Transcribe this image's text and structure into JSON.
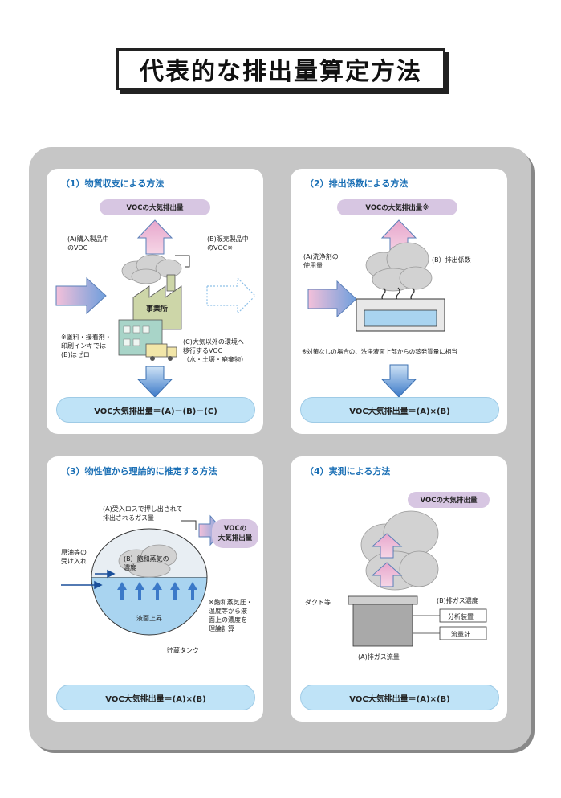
{
  "title": "代表的な排出量算定方法",
  "panels": {
    "p1": {
      "title": "（1）物質収支による方法",
      "pill": "VOCの大気排出量",
      "label_a": [
        "(A)購入製品中",
        "のVOC"
      ],
      "label_b": [
        "(B)販売製品中",
        "のVOC※"
      ],
      "building": "事業所",
      "note": [
        "※塗料・接着剤・",
        "印刷インキでは",
        "(B)はゼロ"
      ],
      "label_c": [
        "(C)大気以外の環境へ",
        "移行するVOC",
        "（水・土壌・廃棄物）"
      ],
      "formula": "VOC大気排出量＝(A)－(B)－(C)"
    },
    "p2": {
      "title": "（2）排出係数による方法",
      "pill": "VOCの大気排出量※",
      "label_a": [
        "(A)洗浄剤の",
        "使用量"
      ],
      "label_b": "(B）排出係数",
      "note": "※対策なしの場合の、洗浄液面上部からの蒸発質量に相当",
      "formula": "VOC大気排出量＝(A)×(B)"
    },
    "p3": {
      "title": "（3）物性値から理論的に推定する方法",
      "label_a": [
        "(A)受入ロスで押し出されて",
        "排出されるガス量"
      ],
      "pill": [
        "VOCの",
        "大気排出量"
      ],
      "label_receive": [
        "原油等の",
        "受け入れ"
      ],
      "label_b": [
        "(B）飽和蒸気の",
        "濃度"
      ],
      "liquid": "液面上昇",
      "note": [
        "※飽和蒸気圧・",
        "温度等から液",
        "面上の濃度を",
        "理論計算"
      ],
      "tank": "貯蔵タンク",
      "formula": "VOC大気排出量＝(A)×(B)"
    },
    "p4": {
      "title": "（4）実測による方法",
      "pill": "VOCの大気排出量",
      "duct": "ダクト等",
      "label_b": "(B)排ガス濃度",
      "analyzer": "分析装置",
      "flowmeter": "流量計",
      "label_a": "(A)排ガス流量",
      "formula": "VOC大気排出量＝(A)×(B)"
    }
  },
  "colors": {
    "accent_blue": "#1a6fb5",
    "pill": "#d7c6e2",
    "formula": "#bfe3f7",
    "frame": "#c6c6c6"
  }
}
